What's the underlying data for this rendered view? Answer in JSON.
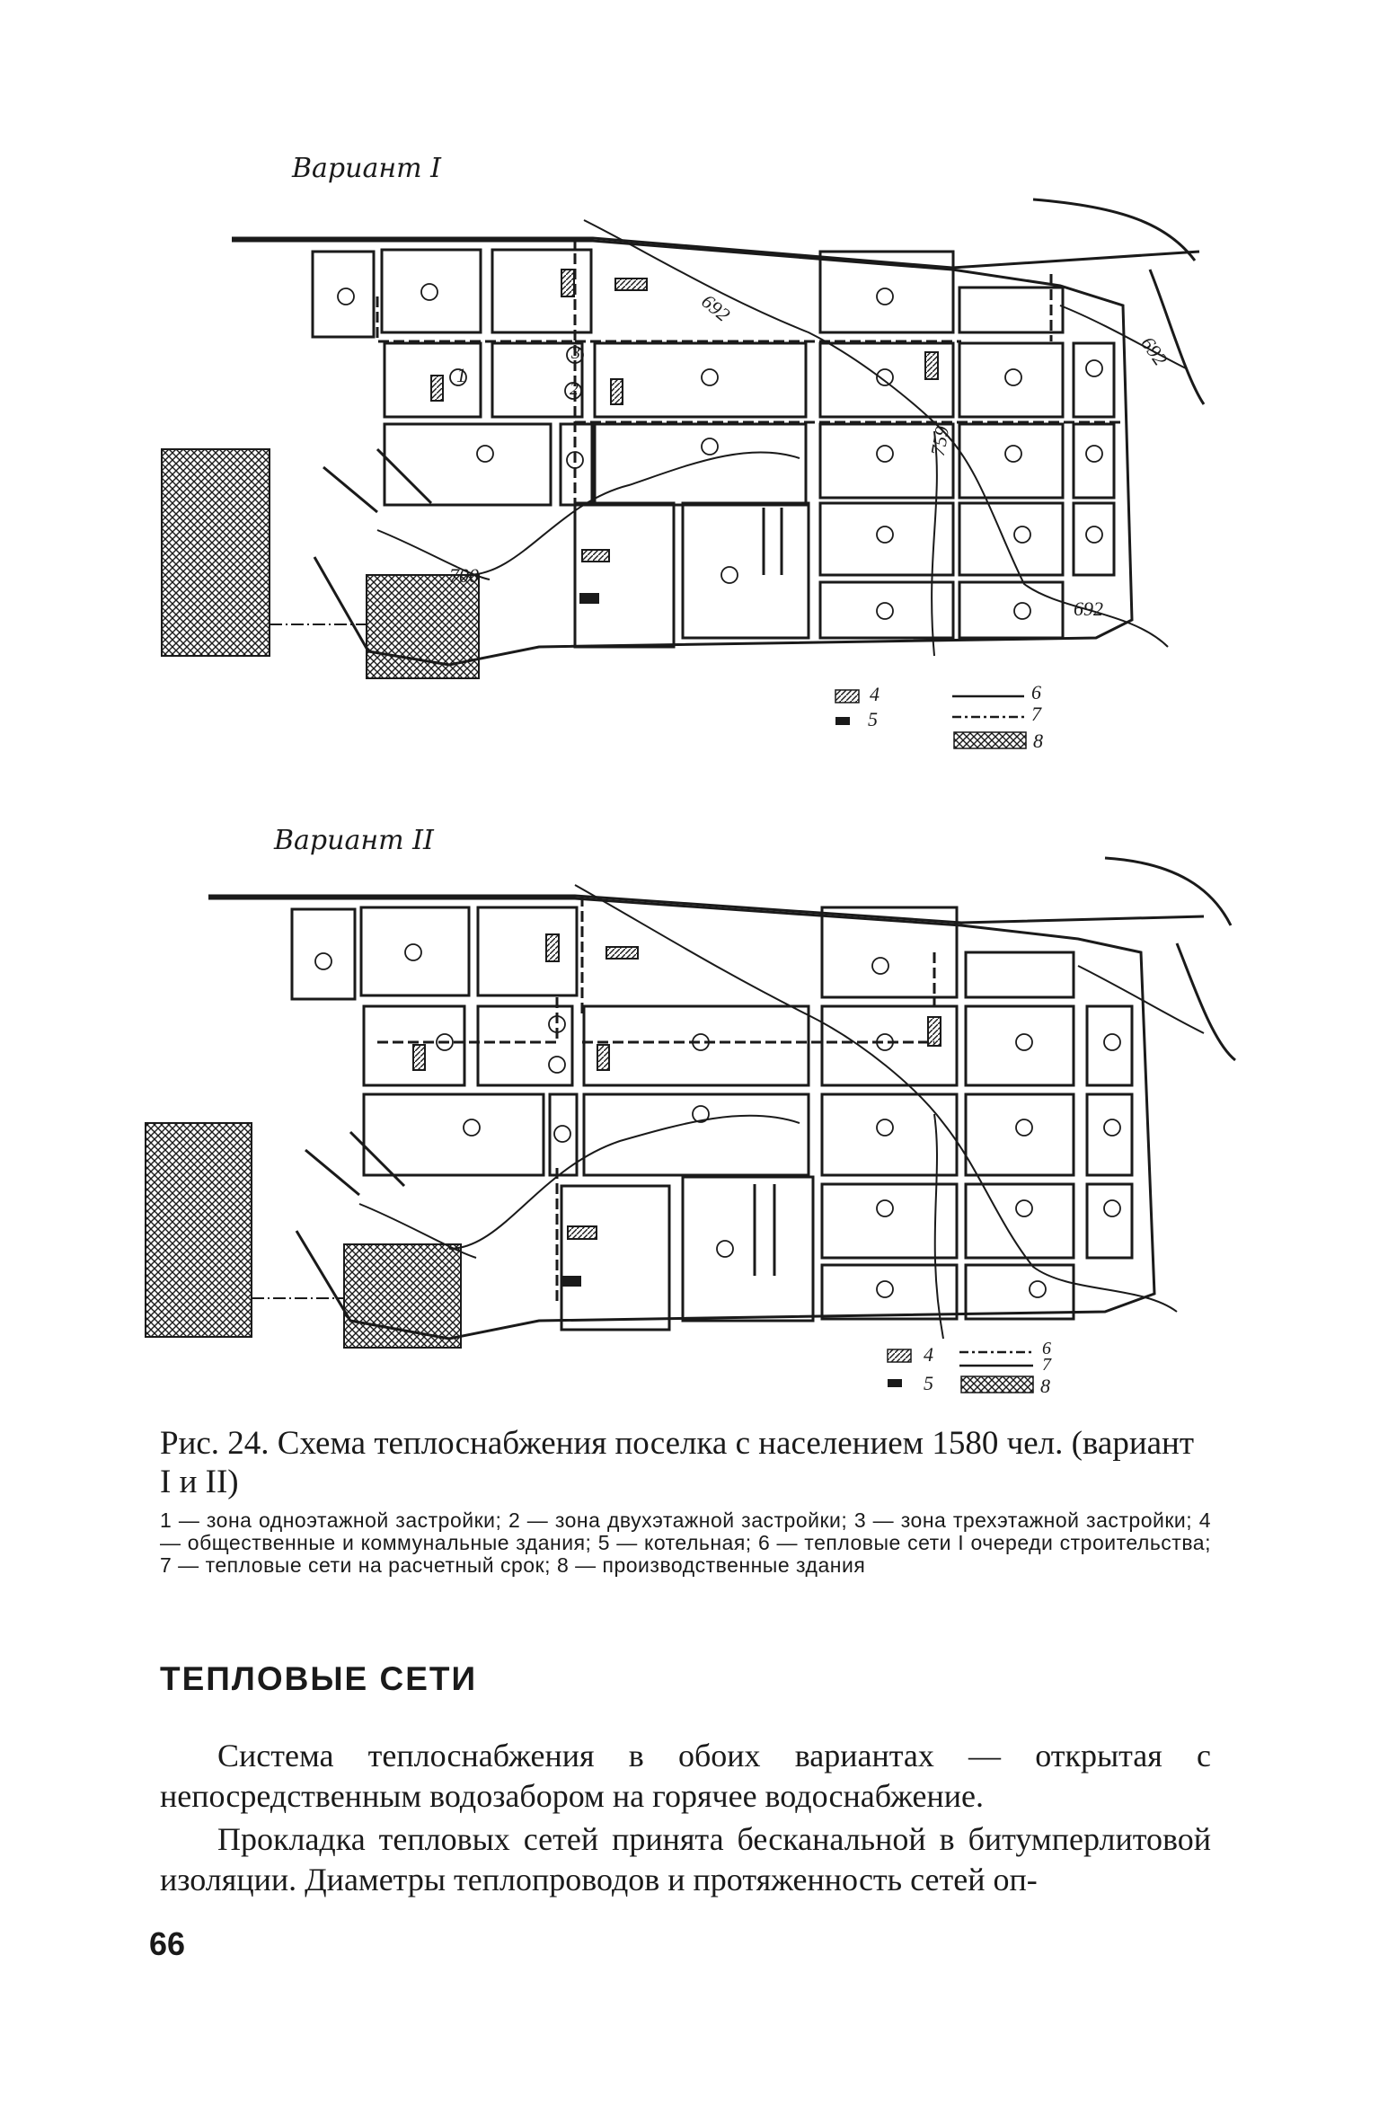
{
  "figure": {
    "variant1_label": "Вариант I",
    "variant2_label": "Вариант II",
    "zone_marks": {
      "one": "1",
      "two": "2",
      "three": "3"
    },
    "pipe_labels": [
      "692",
      "759",
      "700",
      "692",
      "692"
    ],
    "legend_keys": [
      "4",
      "5",
      "6",
      "7",
      "8"
    ],
    "colors": {
      "ink": "#1a1a1a",
      "paper": "#ffffff"
    }
  },
  "caption": {
    "title": "Рис. 24. Схема теплоснабжения поселка с населением 1580 чел. (вариант I и II)",
    "legend": "1 — зона одноэтажной застройки; 2 — зона двухэтажной застройки; 3 — зона трехэтажной застройки; 4 — общественные и коммунальные здания; 5 — котельная; 6 — тепловые сети I очереди строительства; 7 — тепловые сети на расчетный срок; 8 — производственные здания"
  },
  "section": {
    "heading": "ТЕПЛОВЫЕ СЕТИ"
  },
  "body": {
    "paragraph1": "Система теплоснабжения в обоих вариантах — открытая с непосредственным водозабором на горячее водоснабжение.",
    "paragraph2": "Прокладка тепловых сетей принята бесканальной в битумперлитовой изоляции. Диаметры теплопроводов и протяженность сетей оп-"
  },
  "page_number": "66"
}
